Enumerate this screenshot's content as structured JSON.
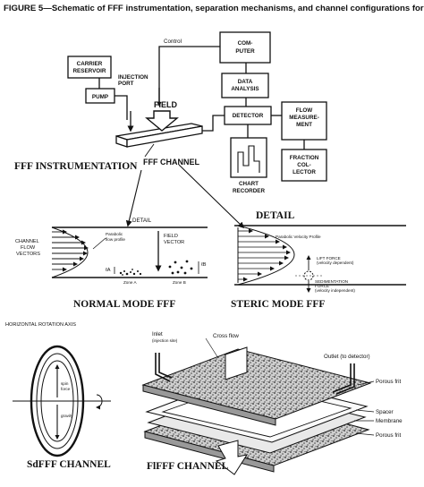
{
  "caption": "FIGURE 5—Schematic of FFF instrumentation, separation mechanisms, and channel configurations for SdFFF, FIFFF.",
  "instrumentation": {
    "carrier_reservoir": [
      "CARRIER",
      "RESERVOIR"
    ],
    "pump": "PUMP",
    "injection_port": [
      "INJECTION",
      "PORT"
    ],
    "control": "Control",
    "computer": [
      "COM-",
      "PUTER"
    ],
    "data_analysis": [
      "DATA",
      "ANALYSIS"
    ],
    "field": "FIELD",
    "detector": "DETECTOR",
    "flow_measurement": [
      "FLOW",
      "MEASURE-",
      "MENT"
    ],
    "fraction_collector": [
      "FRACTION",
      "COL-",
      "LECTOR"
    ],
    "chart_recorder": [
      "CHART",
      "RECORDER"
    ],
    "channel": "FFF CHANNEL",
    "title": "FFF INSTRUMENTATION"
  },
  "normal_mode": {
    "detail": "DETAIL",
    "channel_flow_vectors": [
      "CHANNEL",
      "FLOW",
      "VECTORS"
    ],
    "parabolic_flow_profile": [
      "Parabolic",
      "flow profile"
    ],
    "field_vector": [
      "FIELD",
      "VECTOR"
    ],
    "l_a": "ℓA",
    "l_b": "ℓB",
    "zone_a": "Zone A",
    "zone_b": "Zone B",
    "title": "NORMAL MODE FFF"
  },
  "steric_mode": {
    "detail": "DETAIL",
    "parabolic_velocity_profile": "Parabolic Velocity Profile",
    "lift_force": [
      "LIFT FORCE",
      "(velocity dependent)"
    ],
    "sedimentation_force": [
      "SEDIMENTATION",
      "FORCE",
      "(velocity independent)"
    ],
    "title": "STERIC MODE FFF"
  },
  "sdfff": {
    "axis": "HORIZONTAL ROTATION AXIS",
    "spin_force": [
      "spin",
      "force"
    ],
    "gravity": "gravity",
    "title": "SdFFF CHANNEL"
  },
  "fifff": {
    "inlet": [
      "Inlet",
      "(injection site)"
    ],
    "cross_flow": "Cross flow",
    "outlet": "Outlet (to detector)",
    "porous_frit_top": "Porous frit",
    "spacer": "Spacer",
    "membrane": "Membrane",
    "porous_frit_bottom": "Porous frit",
    "title": "FlFFF CHANNEL"
  }
}
